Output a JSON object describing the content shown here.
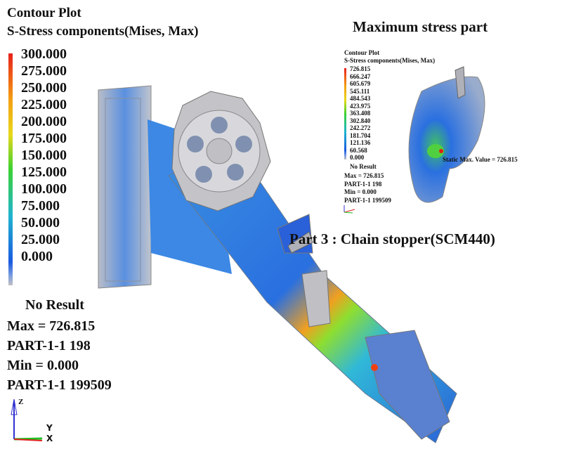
{
  "main_legend": {
    "title": "Contour Plot",
    "subtitle": "S-Stress components(Mises, Max)",
    "levels": [
      "300.000",
      "275.000",
      "250.000",
      "225.000",
      "200.000",
      "175.000",
      "150.000",
      "125.000",
      "100.000",
      "75.000",
      "50.000",
      "25.000",
      "0.000"
    ],
    "no_result": "No Result",
    "max": "Max = 726.815",
    "max_loc": "PART-1-1 198",
    "min": "Min = 0.000",
    "min_loc": "PART-1-1 199509",
    "colors": [
      "#e8201a",
      "#f06a10",
      "#f4a012",
      "#e8d81a",
      "#9ee01e",
      "#3cd232",
      "#26c88c",
      "#20b4d0",
      "#1e8ee6",
      "#1a5ae0",
      "#c0c0c0"
    ]
  },
  "triad": {
    "z": "Z",
    "y": "Y",
    "x": "X"
  },
  "inset": {
    "heading": "Maximum stress part",
    "title": "Contour Plot",
    "subtitle": "S-Stress components(Mises, Max)",
    "levels": [
      "726.815",
      "666.247",
      "605.679",
      "545.111",
      "484.543",
      "423.975",
      "363.408",
      "302.840",
      "242.272",
      "181.704",
      "121.136",
      "60.568",
      "0.000"
    ],
    "no_result": "No Result",
    "max": "Max = 726.815",
    "max_loc": "PART-1-1 198",
    "min": "Min = 0.000",
    "min_loc": "PART-1-1 199509",
    "annotation": "Static Max. Value = 726.815"
  },
  "part_caption": "Part 3 : Chain stopper(SCM440)"
}
